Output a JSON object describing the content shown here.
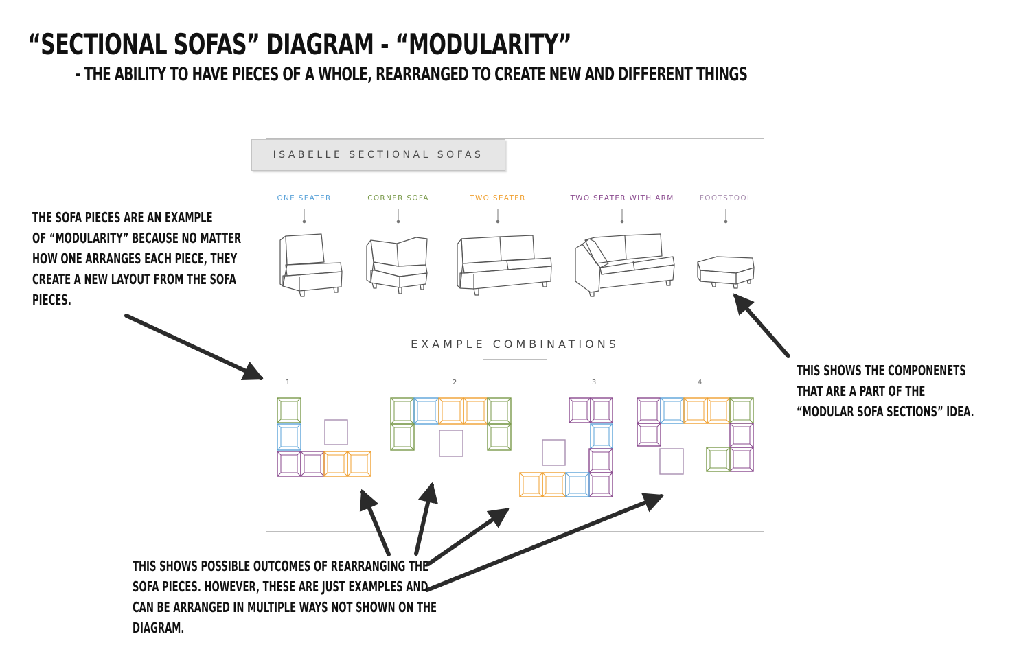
{
  "heading": {
    "title": "“SECTIONAL SOFAS” DIAGRAM - “MODULARITY”",
    "subtitle": "- THE ABILITY TO HAVE PIECES OF A WHOLE, REARRANGED TO CREATE NEW AND DIFFERENT THINGS"
  },
  "panel": {
    "brand": "ISABELLE SECTIONAL SOFAS",
    "pieces": [
      {
        "label": "ONE SEATER",
        "color": "#5ba3d9"
      },
      {
        "label": "CORNER SOFA",
        "color": "#7a9a4b"
      },
      {
        "label": "TWO SEATER",
        "color": "#f0a030"
      },
      {
        "label": "TWO SEATER WITH ARM",
        "color": "#8a4a8e"
      },
      {
        "label": "FOOTSTOOL",
        "color": "#a98fb0"
      }
    ],
    "combinations_heading": "EXAMPLE COMBINATIONS",
    "combination_numbers": [
      "1",
      "2",
      "3",
      "4"
    ]
  },
  "notes": {
    "left": [
      "THE SOFA PIECES ARE AN EXAMPLE",
      "OF “MODULARITY” BECAUSE NO MATTER",
      "HOW ONE ARRANGES EACH PIECE, THEY",
      "CREATE A NEW LAYOUT FROM THE SOFA",
      "PIECES."
    ],
    "right": [
      "THIS SHOWS THE COMPONENETS",
      "THAT ARE A PART OF THE",
      "“MODULAR SOFA SECTIONS” IDEA."
    ],
    "bottom": [
      "THIS SHOWS POSSIBLE OUTCOMES OF REARRANGING THE",
      "SOFA PIECES. HOWEVER, THESE ARE JUST EXAMPLES AND",
      "CAN BE ARRANGED IN MULTIPLE WAYS NOT SHOWN ON THE",
      "DIAGRAM."
    ]
  },
  "colors": {
    "one_seater": "#5ba3d9",
    "corner": "#7a9a4b",
    "two_seater": "#f0a030",
    "two_seater_arm": "#8a4a8e",
    "footstool": "#a98fb0",
    "arrow": "#2b2b2b"
  },
  "icons": [
    "one-seater-sofa-icon",
    "corner-sofa-icon",
    "two-seater-sofa-icon",
    "two-seater-with-arm-sofa-icon",
    "footstool-icon",
    "arrow-icon"
  ]
}
